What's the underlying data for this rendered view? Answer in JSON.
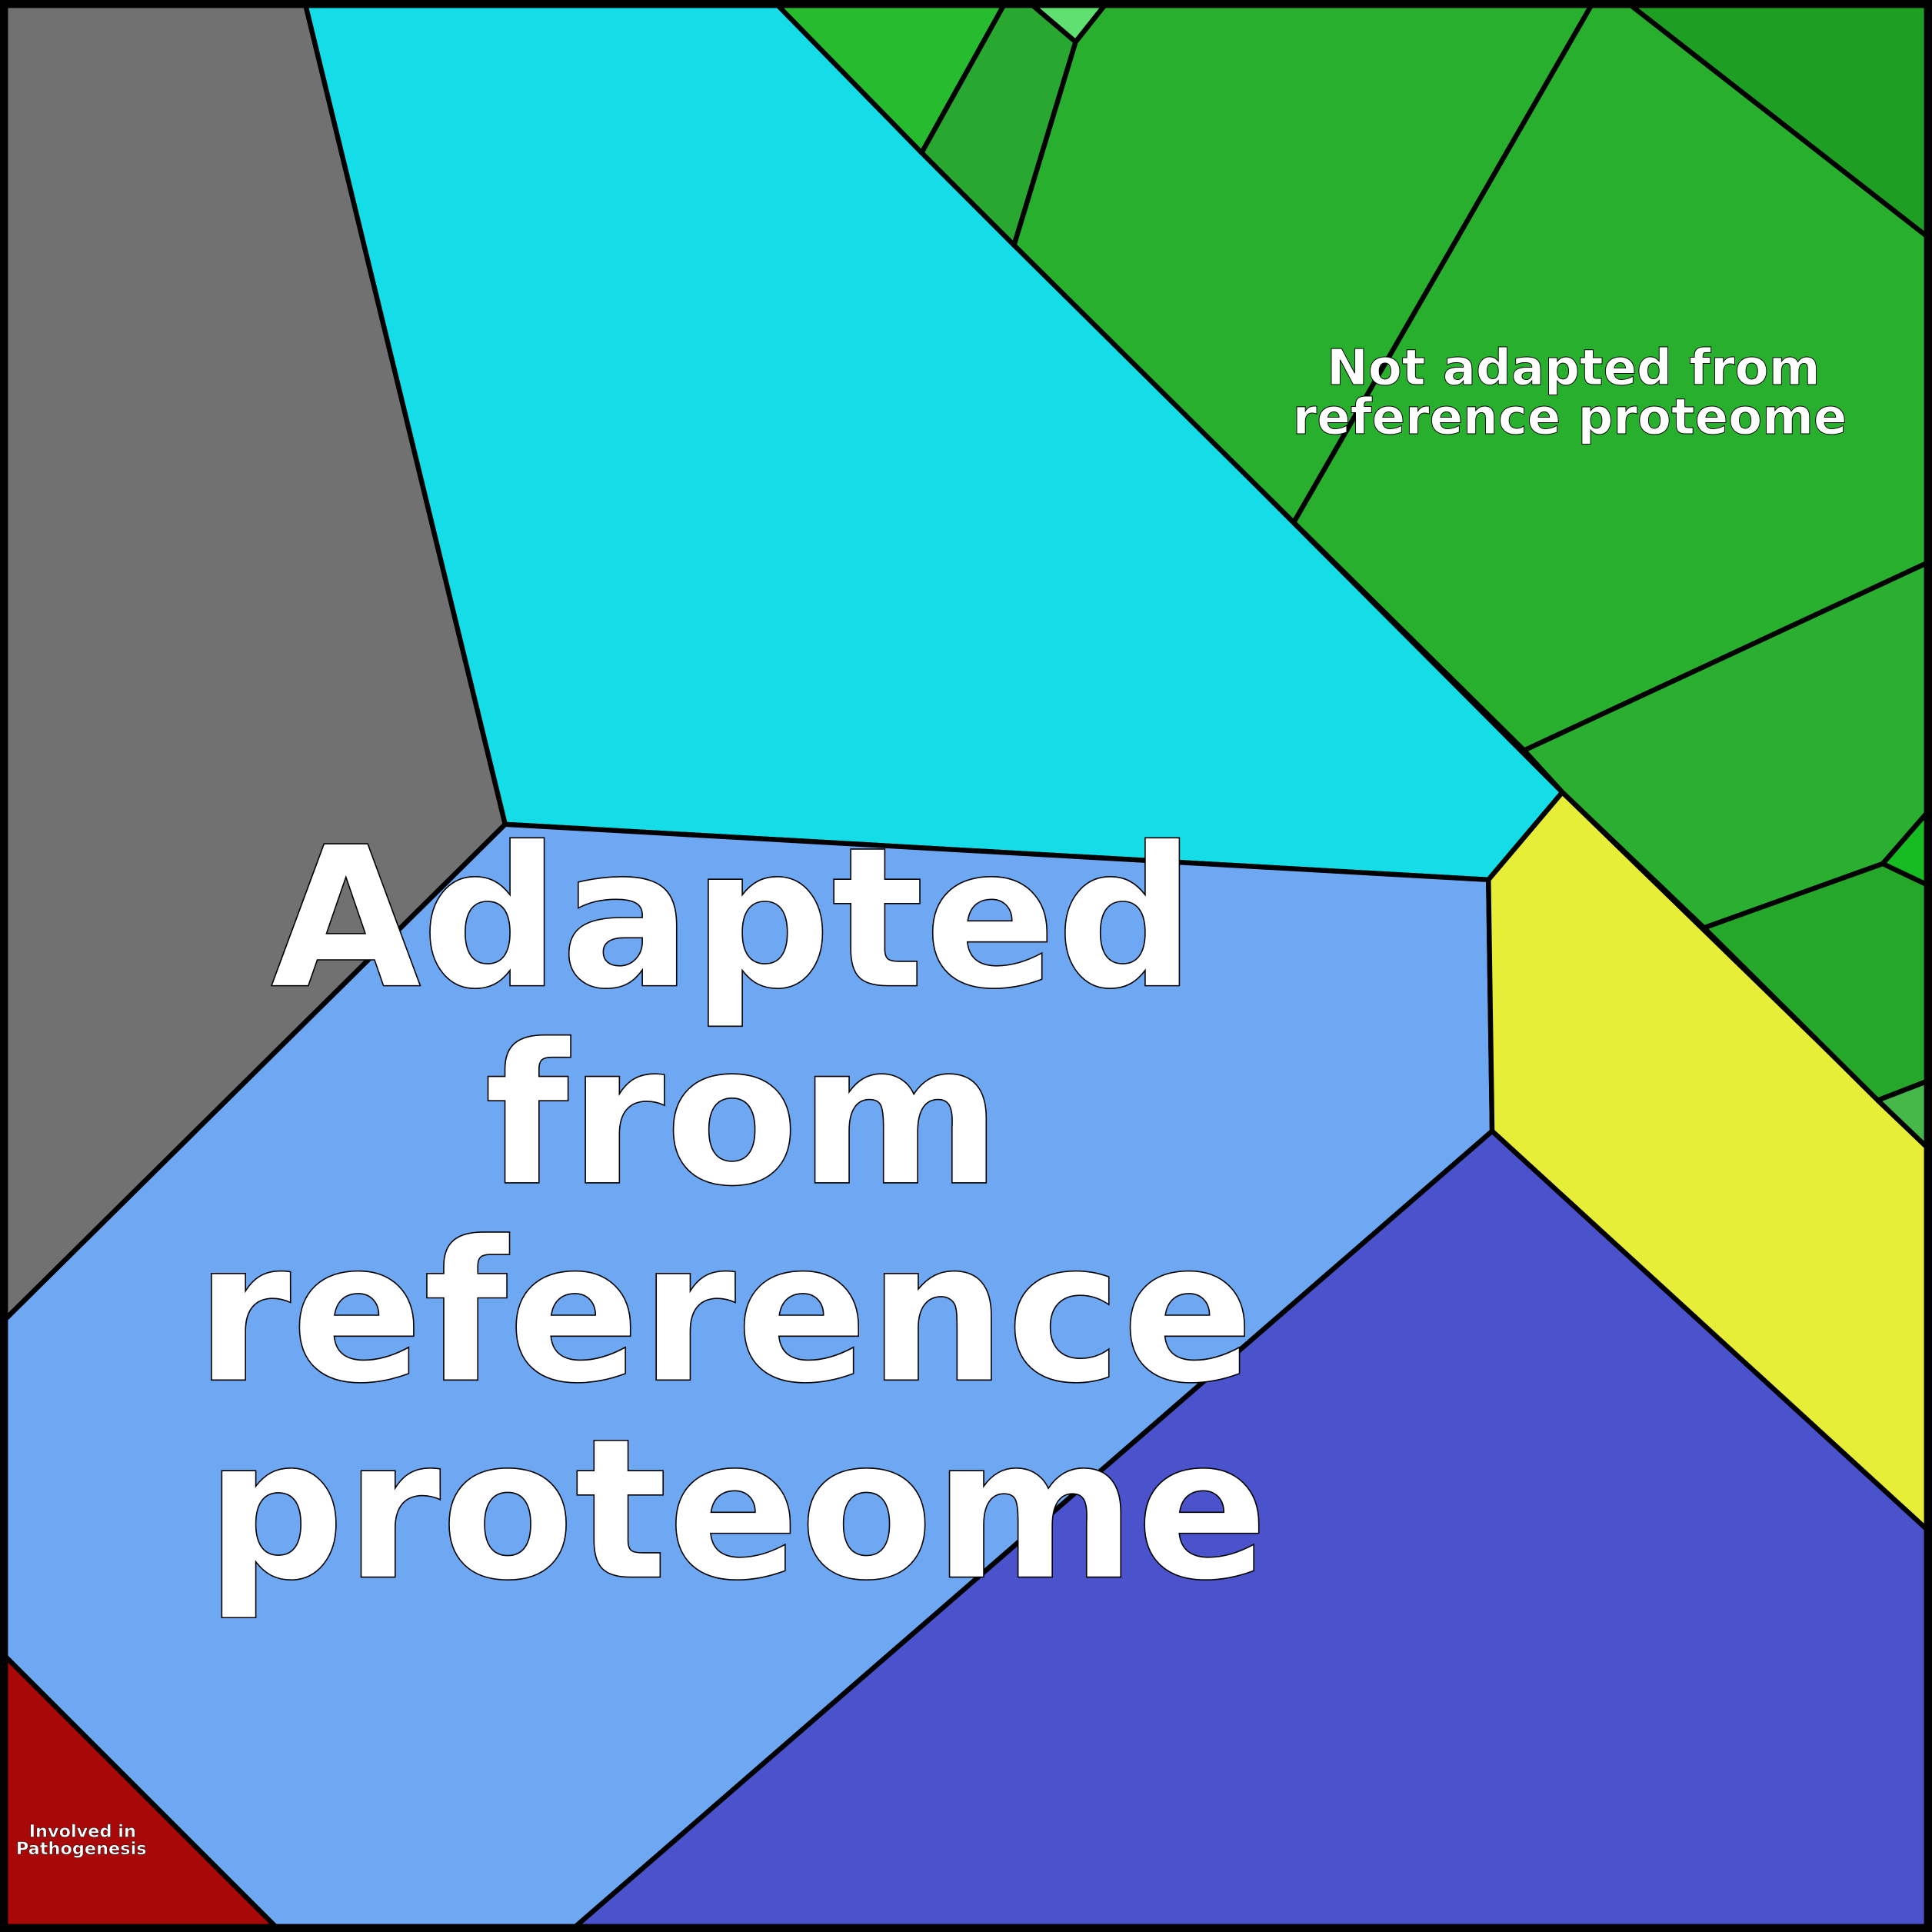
{
  "diagram": {
    "type": "voronoi-treemap",
    "labels": {
      "adapted": [
        "Adapted",
        "from",
        "reference",
        "proteome"
      ],
      "not_adapted": [
        "Not adapted from",
        "reference proteome"
      ],
      "pathogenesis": [
        "Involved in",
        "Pathogenesis"
      ]
    },
    "colors": {
      "gray": "#717171",
      "cyan": "#14dde8",
      "light_blue": "#6fa8f2",
      "red": "#a80808",
      "blue_purple": "#4a53cb",
      "yellow": "#e7ee37",
      "green_1": "#27bb2f",
      "green_2": "#28a830",
      "green_light": "#5fe070",
      "green_3": "#29af2e",
      "green_dark": "#1f9e24",
      "green_4": "#2aaf30",
      "green_bright": "#16bc22",
      "green_5": "#25a82a",
      "green_pale": "#46b84a"
    }
  }
}
